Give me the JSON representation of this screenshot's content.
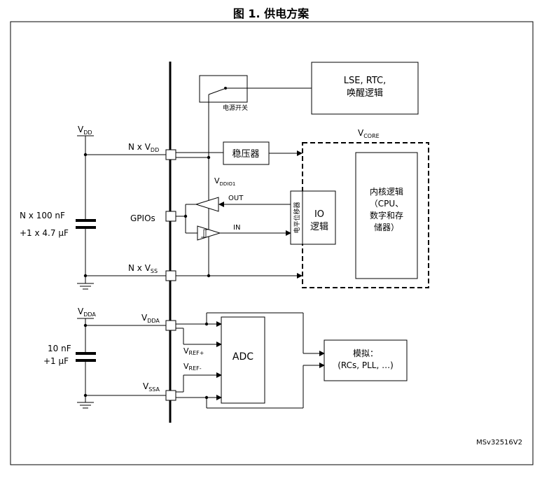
{
  "title": "图 1. 供电方案",
  "labels": {
    "lse_line1": "LSE, RTC,",
    "lse_line2": "唤醒逻辑",
    "power_switch": "电源开关",
    "vcore_v": "V",
    "vcore_sub": "CORE",
    "vdd_v": "V",
    "vdd_sub": "DD",
    "nxvdd_main": "N x V",
    "nxvdd_sub": "DD",
    "regulator": "稳压器",
    "vddio1_v": "V",
    "vddio1_sub": "DDIO1",
    "out": "OUT",
    "in": "IN",
    "level_shifter": "电平位移器",
    "io_line1": "IO",
    "io_line2": "逻辑",
    "core_line1": "内核逻辑",
    "core_line2": "（CPU、",
    "core_line3": "数字和存",
    "core_line4": "储器）",
    "cap1_line1": "N x 100 nF",
    "cap1_line2": "+1 x 4.7 μF",
    "gpios": "GPIOs",
    "nxvss_main": "N x V",
    "nxvss_sub": "SS",
    "vdda_left_v": "V",
    "vdda_left_sub": "DDA",
    "vdda_pin_v": "V",
    "vdda_pin_sub": "DDA",
    "cap2_line1": "10 nF",
    "cap2_line2": "+1 μF",
    "vrefp_v": "V",
    "vrefp_sub": "REF+",
    "vrefm_v": "V",
    "vrefm_sub": "REF-",
    "adc": "ADC",
    "vssa_v": "V",
    "vssa_sub": "SSA",
    "analog_line1": "模拟：",
    "analog_line2": "(RCs, PLL, …)",
    "code": "MSv32516V2"
  }
}
